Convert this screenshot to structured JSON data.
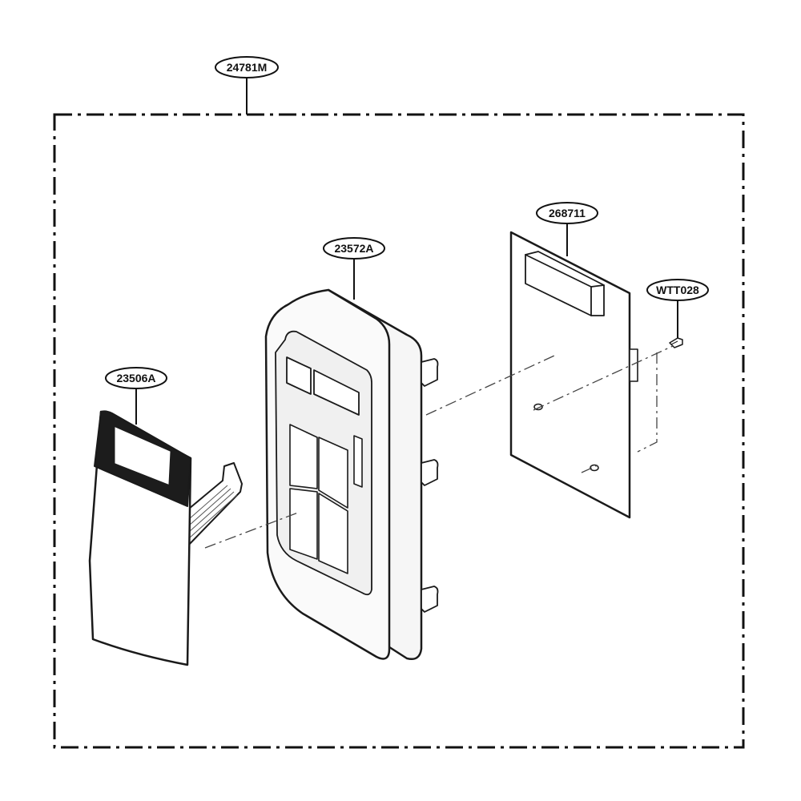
{
  "assembly": {
    "part_number": "24781M"
  },
  "parts": [
    {
      "id": "membrane",
      "part_number": "23506A"
    },
    {
      "id": "panel",
      "part_number": "23572A"
    },
    {
      "id": "pcb",
      "part_number": "268711"
    },
    {
      "id": "screw",
      "part_number": "WTT028"
    }
  ],
  "colors": {
    "line": "#1a1a1a",
    "panel_fill": "#f6f6f6",
    "label_fill": "#ffffff",
    "membrane_frame": "#1c1c1c"
  }
}
